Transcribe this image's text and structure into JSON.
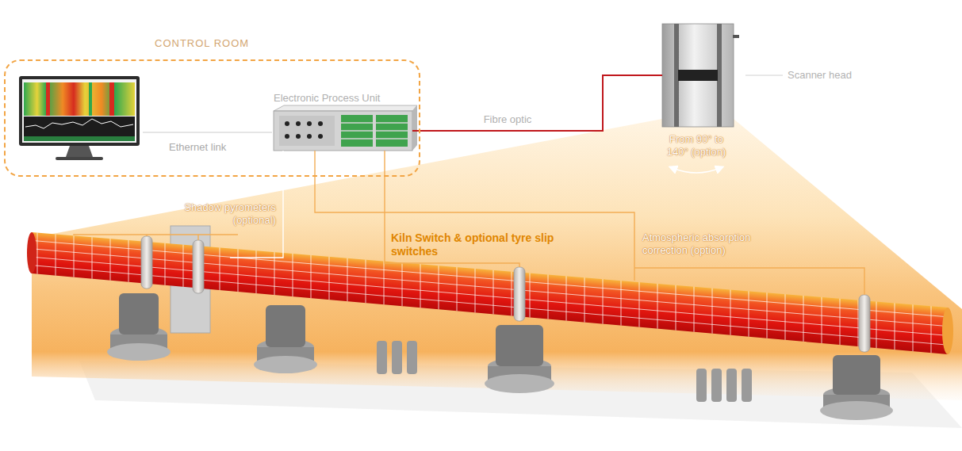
{
  "diagram": {
    "nodes": [
      {
        "text": [
          "CONTROL ROOM"
        ]
      },
      {
        "text": [
          "Electronic Process Unit"
        ],
        "in": 0
      },
      {
        "text": [
          "Scanner head"
        ]
      }
    ],
    "edges": [
      {
        "from": 1,
        "to": 2,
        "label": "Fibre optic",
        "arrow": "none"
      }
    ],
    "labels": [
      "Ethernet link",
      "From 90° to 140° (option)",
      "Shadow pyrometers (optional)",
      "Kiln Switch & optional tyre slip switches",
      "Atmospheric absorption correction (option)"
    ]
  }
}
